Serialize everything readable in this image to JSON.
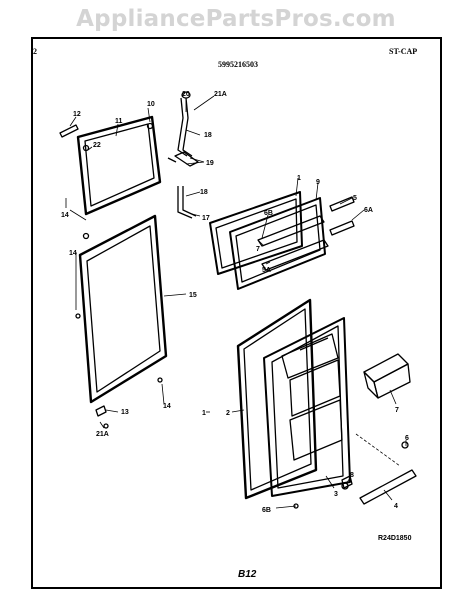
{
  "watermark": "AppliancePartsPros.com",
  "header": {
    "page_number": "2",
    "part_number": "5995216503",
    "model": "ST-CAP"
  },
  "callouts": {
    "c12": "12",
    "c10": "10",
    "c11": "11",
    "c22": "22",
    "c14a": "14",
    "c14b": "14",
    "c20": "20",
    "c21a_top": "21A",
    "c18a": "18",
    "c19": "19",
    "c18b": "18",
    "c17": "17",
    "c15": "15",
    "c13": "13",
    "c14c": "14",
    "c21a_bot": "21A",
    "c1": "1",
    "c9": "9",
    "c6b": "6B",
    "c5": "5",
    "c6a": "6A",
    "c5a": "5A",
    "c7b": "7",
    "c1b": "1",
    "c2": "2",
    "c7": "7",
    "c6": "6",
    "c8": "8",
    "c3": "3",
    "c4": "4",
    "c6c": "6B"
  },
  "figure_code": "R24D1850",
  "footer_page": "B12"
}
